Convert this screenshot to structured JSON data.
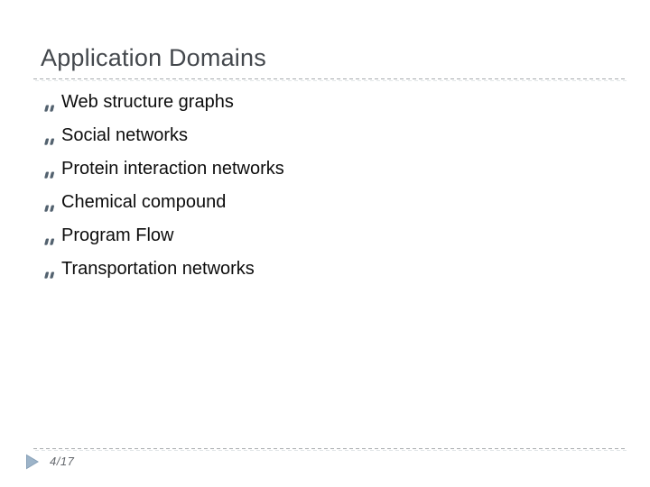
{
  "slide": {
    "title": "Application Domains",
    "bullets": [
      "Web structure graphs",
      "Social networks",
      "Protein interaction networks",
      "Chemical compound",
      "Program Flow",
      "Transportation networks"
    ],
    "footer": {
      "page_number": "4/17"
    },
    "icons": {
      "bullet": "double-quote-bullet-icon",
      "footer_marker": "right-triangle-icon"
    },
    "colors": {
      "background": "#ffffff",
      "title_text": "#43474c",
      "body_text": "#0c0c0c",
      "bullet_glyph": "#53626f",
      "divider": "#a7abae",
      "divider_shadow": "#e3e7e9",
      "triangle_fill": "#9db4c9",
      "triangle_stroke": "#87a0b7",
      "page_number_text": "#63676c"
    }
  }
}
